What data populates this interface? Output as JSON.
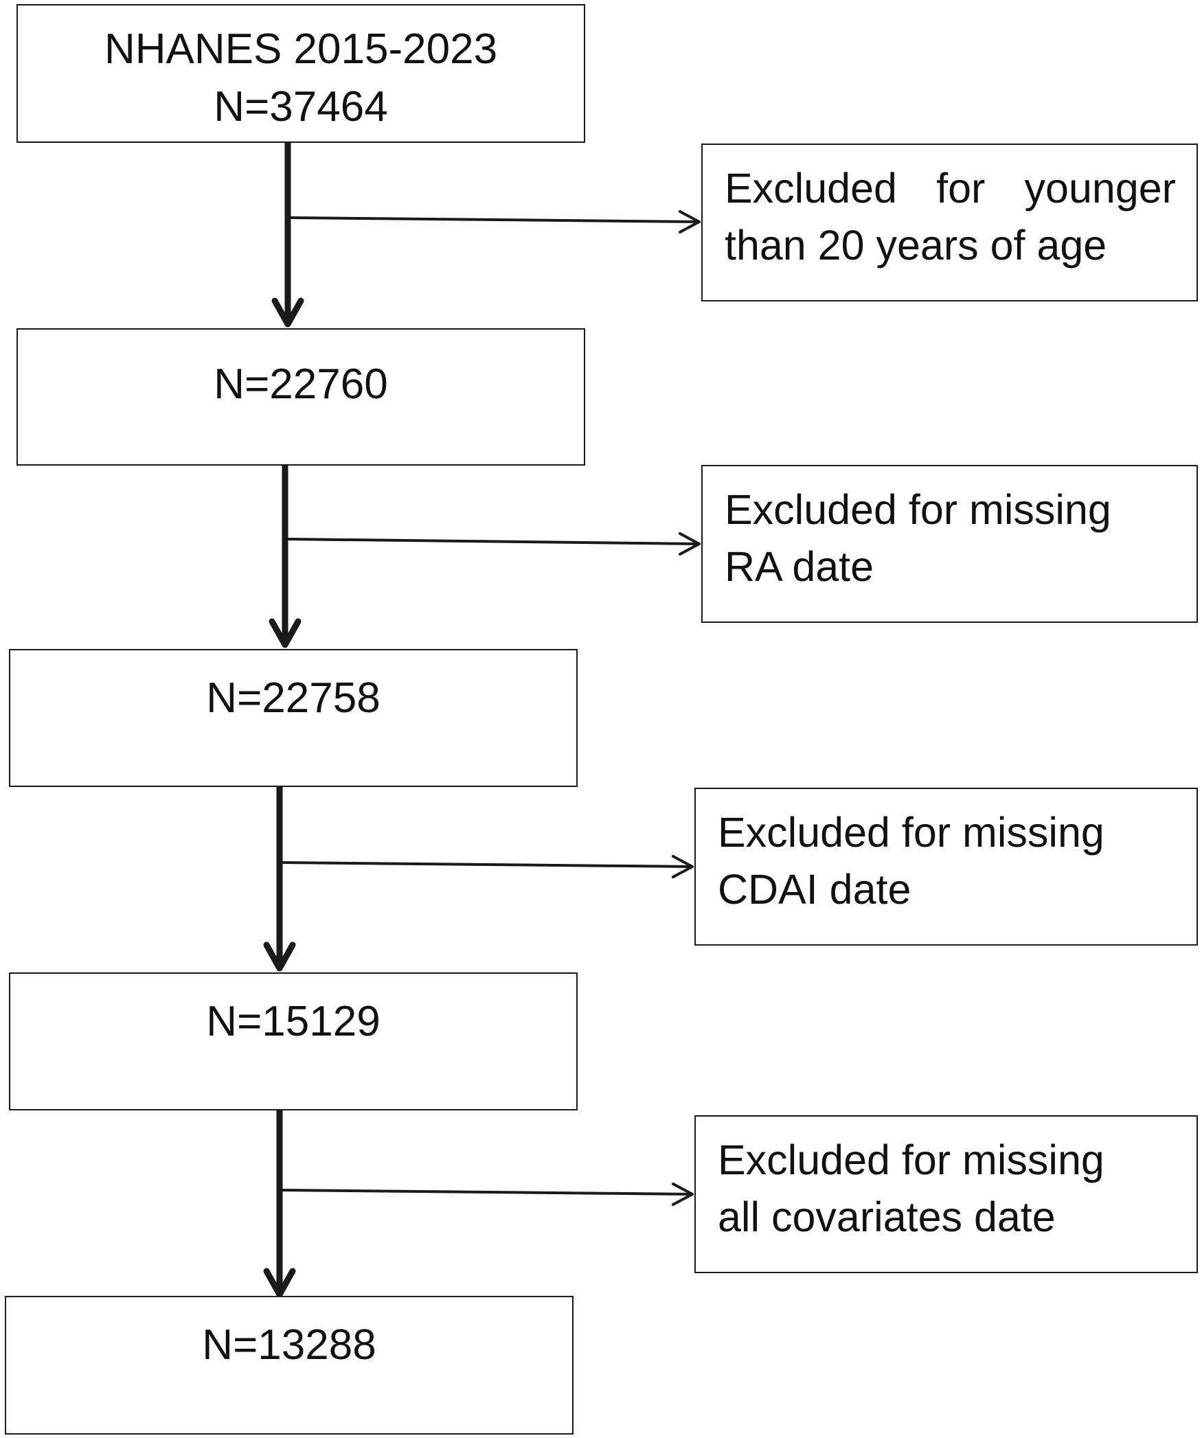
{
  "flowchart": {
    "main_boxes": [
      {
        "lines": [
          "NHANES 2015-2023",
          "N=37464"
        ]
      },
      {
        "lines": [
          "N=22760"
        ]
      },
      {
        "lines": [
          "N=22758"
        ]
      },
      {
        "lines": [
          "N=15129"
        ]
      },
      {
        "lines": [
          "N=13288"
        ]
      }
    ],
    "exclusion_boxes": [
      {
        "lines": [
          "Excluded for younger",
          "than 20 years of age"
        ]
      },
      {
        "lines": [
          "Excluded for missing",
          "RA date"
        ]
      },
      {
        "lines": [
          "Excluded for missing",
          "CDAI date"
        ]
      },
      {
        "lines": [
          "Excluded for missing",
          "all covariates date"
        ]
      }
    ],
    "line_color": "#1a1a1a"
  }
}
